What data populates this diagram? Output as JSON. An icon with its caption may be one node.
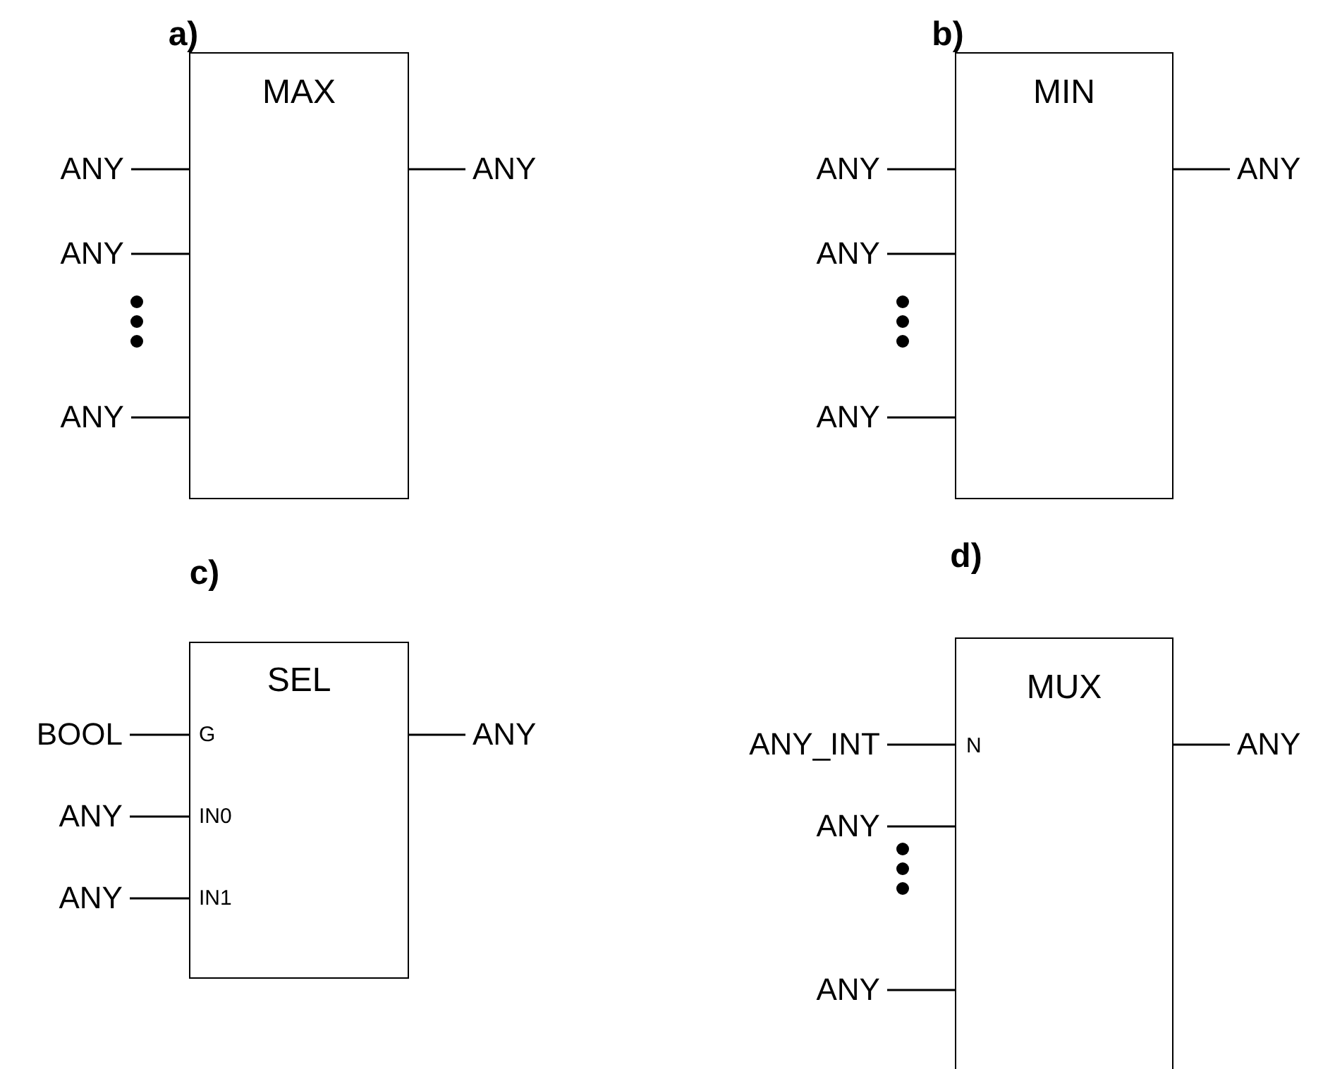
{
  "diagram": {
    "nodes": [
      {
        "text": [
          "MAX"
        ]
      },
      {
        "text": [
          "ANY"
        ]
      },
      {
        "text": [
          "ANY"
        ]
      },
      {
        "text": [
          "ANY"
        ]
      },
      {
        "text": [
          "ANY"
        ]
      },
      {
        "text": [
          "MIN"
        ]
      },
      {
        "text": [
          "ANY"
        ]
      },
      {
        "text": [
          "ANY"
        ]
      },
      {
        "text": [
          "ANY"
        ]
      },
      {
        "text": [
          "ANY"
        ]
      },
      {
        "text": [
          "SEL"
        ]
      },
      {
        "text": [
          "BOOL"
        ]
      },
      {
        "text": [
          "ANY"
        ]
      },
      {
        "text": [
          "ANY"
        ]
      },
      {
        "text": [
          "ANY"
        ]
      },
      {
        "text": [
          "MUX"
        ]
      },
      {
        "text": [
          "ANY_INT"
        ]
      },
      {
        "text": [
          "ANY"
        ]
      },
      {
        "text": [
          "ANY"
        ]
      },
      {
        "text": [
          "ANY"
        ]
      }
    ],
    "edges": [
      {
        "from": 1,
        "to": 0,
        "arrow": "none"
      },
      {
        "from": 2,
        "to": 0,
        "arrow": "none"
      },
      {
        "from": 3,
        "to": 0,
        "arrow": "none"
      },
      {
        "from": 0,
        "to": 4,
        "arrow": "none"
      },
      {
        "from": 6,
        "to": 5,
        "arrow": "none"
      },
      {
        "from": 7,
        "to": 5,
        "arrow": "none"
      },
      {
        "from": 8,
        "to": 5,
        "arrow": "none"
      },
      {
        "from": 5,
        "to": 9,
        "arrow": "none"
      },
      {
        "from": 11,
        "to": 10,
        "arrow": "none"
      },
      {
        "from": 12,
        "to": 10,
        "arrow": "none"
      },
      {
        "from": 13,
        "to": 10,
        "arrow": "none"
      },
      {
        "from": 10,
        "to": 14,
        "arrow": "none"
      },
      {
        "from": 16,
        "to": 15,
        "arrow": "none"
      },
      {
        "from": 17,
        "to": 15,
        "arrow": "none"
      },
      {
        "from": 18,
        "to": 15,
        "arrow": "none"
      },
      {
        "from": 15,
        "to": 19,
        "arrow": "none"
      }
    ],
    "labels": [
      "a)",
      "b)",
      "c)",
      "d)",
      "G",
      "IN0",
      "IN1",
      "N"
    ]
  }
}
